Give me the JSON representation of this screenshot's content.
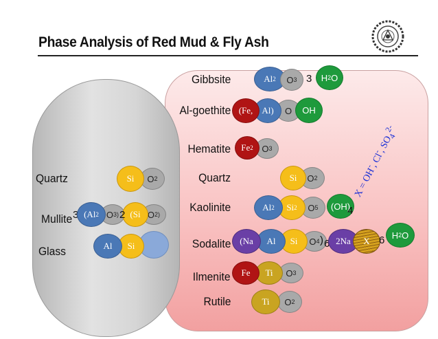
{
  "title": "Phase Analysis of Red Mud & Fly Ash",
  "groups": {
    "red_mud": {
      "gibbsite": {
        "label": "Gibbsite",
        "b1": "Al",
        "b1s": "2",
        "b2": "O",
        "b2s": "3",
        "coef": "3",
        "b3": "H",
        "b3s": "2",
        "b3t": "O"
      },
      "algoethite": {
        "label": "Al-goethite",
        "b1": "(Fe,",
        "b2": "Al)",
        "b3": "O",
        "b4": "OH"
      },
      "hematite": {
        "label": "Hematite",
        "b1": "Fe",
        "b1s": "2",
        "b2": "O",
        "b2s": "3"
      },
      "quartz": {
        "label": "Quartz",
        "b1": "Si",
        "b2": "O",
        "b2s": "2"
      },
      "kaolinite": {
        "label": "Kaolinite",
        "b1": "Al",
        "b1s": "2",
        "b2": "Si",
        "b2s": "2",
        "b3": "O",
        "b3s": "5",
        "b4": "(OH)",
        "b4c": "4"
      },
      "sodalite": {
        "label": "Sodalite",
        "b1": "(Na",
        "b2": "Al",
        "b3": "Si",
        "b4": "O",
        "b4s": "4",
        "paren": ")",
        "c1": "6",
        "b5": "2Na",
        "b6": "X",
        "c2": "6",
        "b7": "H",
        "b7s": "2",
        "b7t": "O",
        "anion_a": "X = OH",
        "anion_b": "-",
        "anion_c": ", Cl",
        "anion_d": "-",
        "anion_e": ",",
        "anion_f": "SO",
        "anion_g": "4",
        "anion_h": "2-"
      },
      "ilmenite": {
        "label": "Ilmenite",
        "b1": "Fe",
        "b2": "Ti",
        "b3": "O",
        "b3s": "3"
      },
      "rutile": {
        "label": "Rutile",
        "b1": "Ti",
        "b2": "O",
        "b2s": "2"
      }
    },
    "fly_ash": {
      "quartz": {
        "label": "Quartz",
        "b1": "Si",
        "b2": "O",
        "b2s": "2"
      },
      "mullite": {
        "label": "Mullite",
        "coef1": "3",
        "b1": "(Al",
        "b1s": "2",
        "b2": "O",
        "b2s": "3)",
        "coef2": "2",
        "b3": "(Si",
        "b4": "O",
        "b4s": "2)"
      },
      "glass": {
        "label": "Glass",
        "b1": "Al",
        "b2": "Si"
      }
    }
  },
  "colors": {
    "al": "#4a78b6",
    "o": "#a9a9a9",
    "h2o": "#1e9a3c",
    "fe": "#b01414",
    "si": "#f5be1a",
    "na": "#6a3fa6",
    "ti": "#c9a421",
    "anion_text": "#1a2fd6"
  },
  "icons": {
    "logo": "institute-emblem-icon"
  }
}
